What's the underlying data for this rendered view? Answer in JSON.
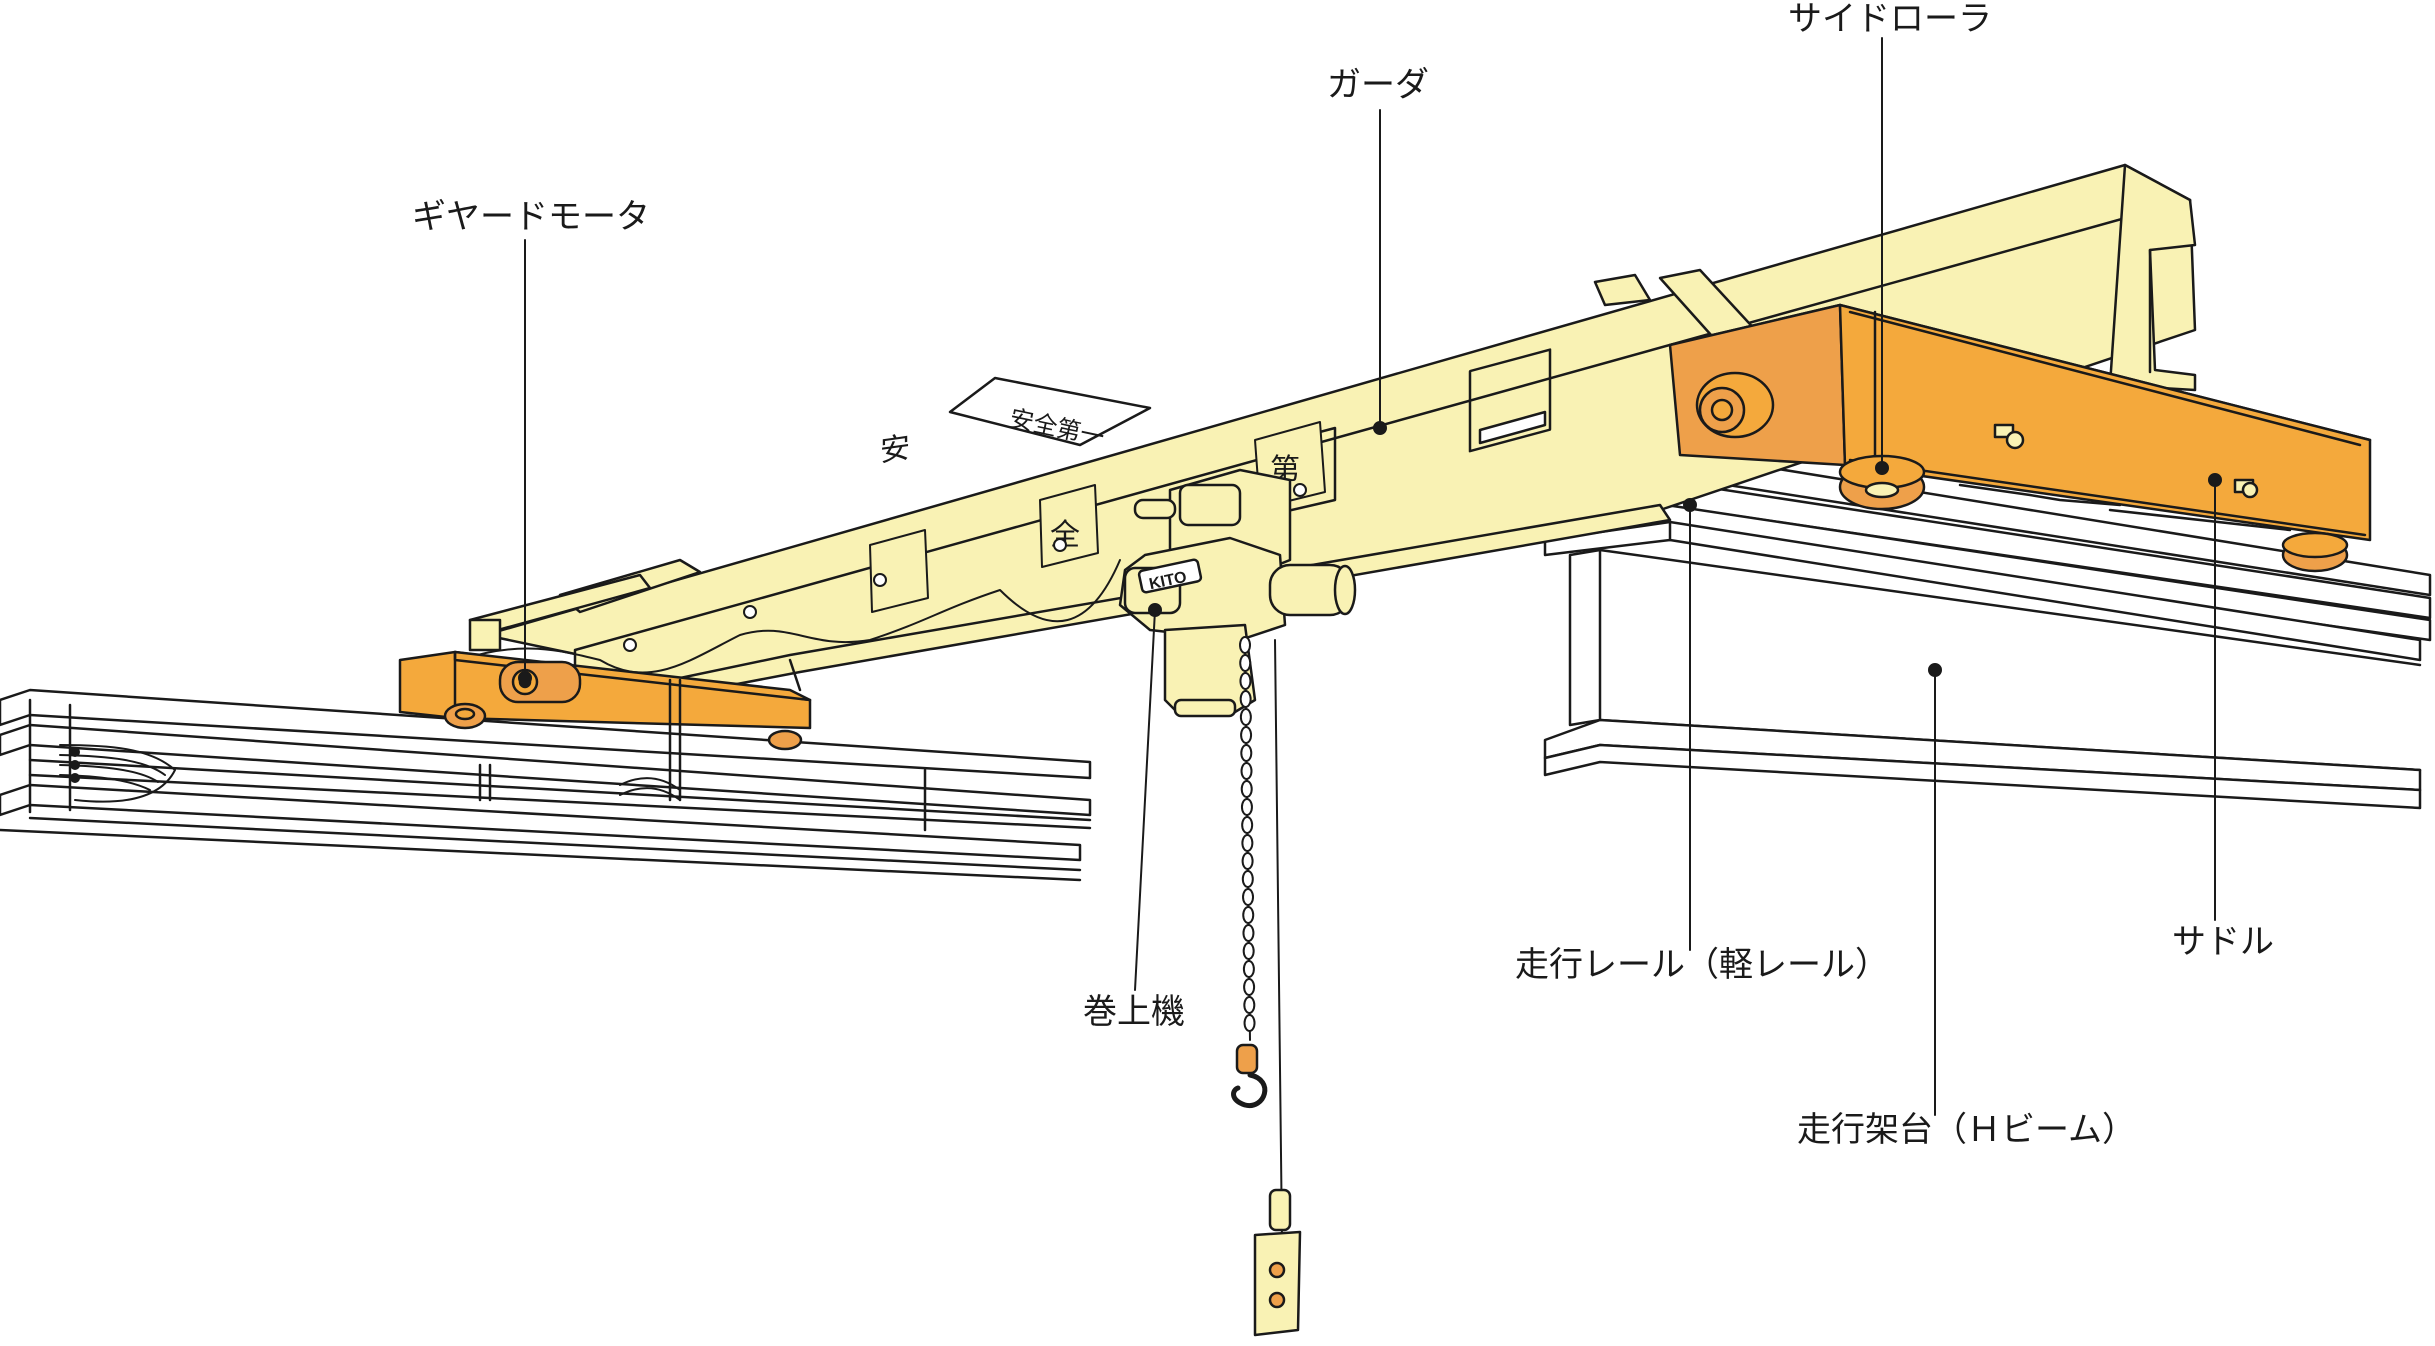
{
  "colors": {
    "girder": "#f9f2b4",
    "saddle": "#f4a93c",
    "roller": "#eea04a",
    "outline": "#1a1a1a",
    "beam": "#ffffff"
  },
  "labels": {
    "side_roller": "サイドローラ",
    "girder": "ガーダ",
    "geared_motor": "ギヤードモータ",
    "hoist": "巻上機",
    "runway_rail": "走行レール（軽レール）",
    "saddle": "サドル",
    "runway_beam": "走行架台（Ｈビーム）"
  },
  "hoist_brand": "KITO",
  "sign_text": "安全第一"
}
